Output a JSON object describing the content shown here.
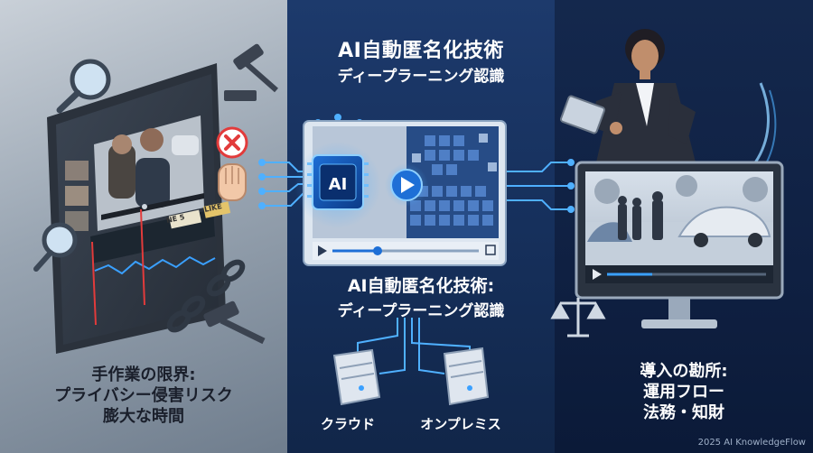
{
  "title": {
    "main": "AI自動匿名化技術",
    "sub": "ディープラーニング認識"
  },
  "middle_caption": {
    "line1": "AI自動匿名化技術:",
    "line2": "ディープラーニング認識"
  },
  "left_caption": {
    "line1": "手作業の限界:",
    "line2": "プライバシー侵害リスク",
    "line3": "膨大な時間"
  },
  "right_caption": {
    "line1": "導入の勘所:",
    "line2": "運用フロー",
    "line3": "法務・知財"
  },
  "deployment": {
    "cloud": "クラウド",
    "onprem": "オンプレミス"
  },
  "chip_label": "AI",
  "tape_label_1": "NE 5",
  "tape_label_2": "LIKE",
  "copyright": "2025 AI KnowledgeFlow",
  "colors": {
    "accent_blue": "#3aa0ff",
    "error_red": "#e23b3b",
    "dark_bg": "#0f2142"
  }
}
